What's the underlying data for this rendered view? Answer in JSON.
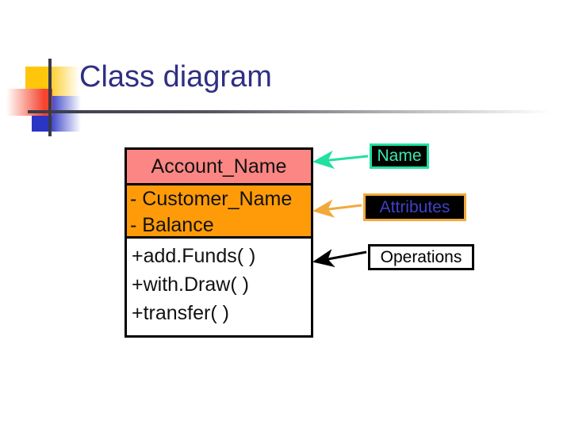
{
  "slide": {
    "title": "Class diagram"
  },
  "class_box": {
    "name": "Account_Name",
    "attributes": [
      "- Customer_Name",
      "- Balance"
    ],
    "operations": [
      "+add.Funds( )",
      "+with.Draw( )",
      "+transfer( )"
    ],
    "colors": {
      "name_fill": "#FB8683",
      "attributes_fill": "#FF9B09",
      "operations_fill": "#FFFFFF",
      "border": "#000000"
    }
  },
  "callouts": [
    {
      "key": "name",
      "label": "Name",
      "fill": "#000000",
      "border": "#21E0A0",
      "text_color": "#3BE8AE",
      "connector_color": "#21E0A0"
    },
    {
      "key": "attributes",
      "label": "Attributes",
      "fill": "#000000",
      "border": "#F2A93B",
      "text_color": "#4040C8",
      "connector_color": "#F2A93B"
    },
    {
      "key": "operations",
      "label": "Operations",
      "fill": "#FFFFFF",
      "border": "#000000",
      "text_color": "#000000",
      "connector_color": "#000000"
    }
  ],
  "decoration": {
    "yellow": "#FFC60B",
    "blue": "#2B35C4",
    "red": "#F4452F",
    "rule": "#3A3A4A",
    "title_color": "#2F2F84"
  }
}
